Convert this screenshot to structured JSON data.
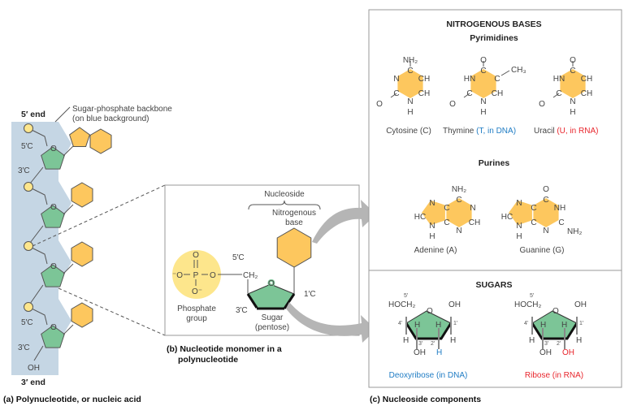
{
  "colors": {
    "backbone": "#c5d6e4",
    "sugar": "#7cc597",
    "base": "#fdc75e",
    "phosphate": "#fde68c",
    "dna_blue": "#1f7cc4",
    "rna_red": "#e8262d",
    "arrow": "#b5b5b5"
  },
  "panel_a": {
    "five_end": "5′ end",
    "three_end": "3′ end",
    "backbone_label": [
      "Sugar-phosphate backbone",
      "(on blue background)"
    ],
    "carbon_5": "5′C",
    "carbon_3": "3′C",
    "oxygen": "O",
    "hydroxyl": "OH",
    "caption": "(a) Polynucleotide, or nucleic acid"
  },
  "panel_b": {
    "nucleoside": "Nucleoside",
    "base_label": [
      "Nitrogenous",
      "base"
    ],
    "phosphate_atoms": {
      "o_top": "O",
      "o_left": "⁻O",
      "p": "P",
      "o_right": "O",
      "o_bottom": "O⁻"
    },
    "phosphate_label": [
      "Phosphate",
      "group"
    ],
    "c5": "5′C",
    "ch2": "CH₂",
    "ring_o": "O",
    "c1": "1′C",
    "c3": "3′C",
    "sugar_label": [
      "Sugar",
      "(pentose)"
    ],
    "caption": [
      "(b) Nucleotide monomer in a",
      "polynucleotide"
    ]
  },
  "panel_c": {
    "bases_title": "NITROGENOUS BASES",
    "pyrimidines_title": "Pyrimidines",
    "pyrimidines": [
      {
        "atoms": [
          "NH₂",
          "C",
          "N",
          "CH",
          "CH",
          "N",
          "H",
          "C",
          "O"
        ],
        "name": "Cytosine (C)",
        "note": ""
      },
      {
        "atoms": [
          "O",
          "C",
          "HN",
          "C",
          "CH",
          "N",
          "H",
          "C",
          "O"
        ],
        "extra": "CH₃",
        "name": "Thymine",
        "note": "(T, in DNA)",
        "note_color": "dna_blue"
      },
      {
        "atoms": [
          "O",
          "C",
          "HN",
          "CH",
          "CH",
          "N",
          "H",
          "C",
          "O"
        ],
        "name": "Uracil",
        "note": "(U, in RNA)",
        "note_color": "rna_red"
      }
    ],
    "purines_title": "Purines",
    "purines": [
      {
        "atoms": [
          "NH₂",
          "C",
          "N",
          "CH",
          "N",
          "C",
          "C",
          "N",
          "HC",
          "N",
          "H"
        ],
        "name": "Adenine (A)"
      },
      {
        "atoms": [
          "O",
          "C",
          "NH",
          "C",
          "N",
          "C",
          "C",
          "N",
          "HC",
          "N",
          "H"
        ],
        "extra": "NH₂",
        "name": "Guanine (G)"
      }
    ],
    "sugars_title": "SUGARS",
    "sugars": [
      {
        "atoms": [
          "5′",
          "HOCH₂",
          "O",
          "OH",
          "4′",
          "1′",
          "H",
          "H",
          "H",
          "H",
          "3′",
          "2′",
          "OH"
        ],
        "c2_group": "H",
        "name": "Deoxyribose (in DNA)",
        "color": "dna_blue"
      },
      {
        "atoms": [
          "5′",
          "HOCH₂",
          "O",
          "OH",
          "4′",
          "1′",
          "H",
          "H",
          "H",
          "H",
          "3′",
          "2′",
          "OH"
        ],
        "c2_group": "OH",
        "name": "Ribose (in RNA)",
        "color": "rna_red"
      }
    ],
    "caption": "(c) Nucleoside components"
  }
}
